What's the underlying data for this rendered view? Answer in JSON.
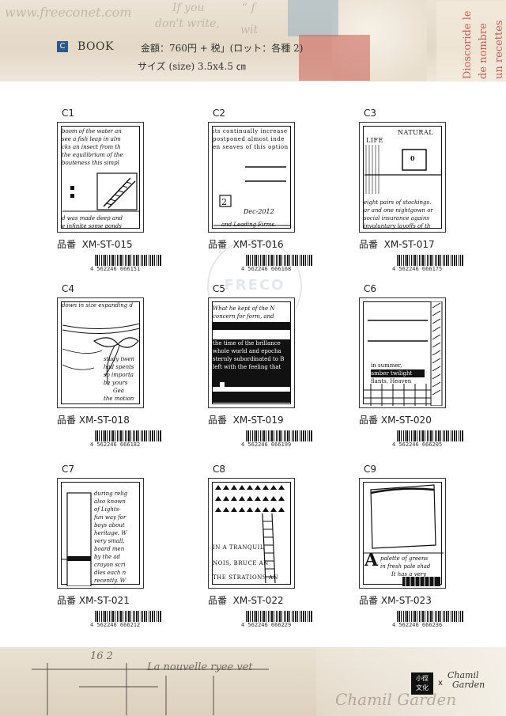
{
  "header": {
    "section_letter": "C",
    "section_title": "BOOK",
    "price": "金額：760円 + 税」(ロット：各種 2)",
    "size": "サイズ (size) 3.5x4.5 ㎝",
    "scrawl_1": "www.freeconet.com",
    "scrawl_2": "If you",
    "scrawl_3": "don't write,",
    "scrawl_4": "“ f",
    "scrawl_5": "wit",
    "red_text_1": "Dioscoride le",
    "red_text_2": "de nombre",
    "red_text_3": "un recettes"
  },
  "items": [
    {
      "code": "C1",
      "item_label": "品番",
      "item_no": "XM-ST-015",
      "barcode": "4 562246 666151",
      "lines": [
        "boom of the water an",
        "see a fish leap in alm",
        "cks an insect from th",
        "the equilibrium of the",
        "bouteness this simpl",
        "",
        "",
        "",
        "",
        "",
        "d was made deep and",
        "e infinite some ponds"
      ]
    },
    {
      "code": "C2",
      "item_label": "品番",
      "item_no": "XM-ST-016",
      "barcode": "4 562246 666168",
      "lines": [
        "its continually increase",
        "postponed almost inde",
        "en seaves of this option",
        "",
        "",
        "",
        "",
        "",
        "Dec-2012",
        "",
        "and Leading Firms."
      ]
    },
    {
      "code": "C3",
      "item_label": "品番",
      "item_no": "XM-ST-017",
      "barcode": "4 562246 666175",
      "heading": "NATURAL",
      "subheading": "LIFE",
      "box_letter": "0",
      "lines": [
        "eight pairs of stockings.",
        "ar and one nightgown or",
        "social insurance agains",
        "involuntary layoffs of th"
      ]
    },
    {
      "code": "C4",
      "item_label": "品番",
      "item_no": "XM-ST-018",
      "barcode": "4 562246 666182",
      "lines": [
        "down in size expanding d",
        "",
        "",
        "",
        "",
        "",
        "study twen",
        "had spents",
        "so importa",
        "be yours",
        "Gea",
        "the motion"
      ]
    },
    {
      "code": "C5",
      "item_label": "品番",
      "item_no": "XM-ST-019",
      "barcode": "4 562246 666199",
      "lines": [
        "What he kept of the N",
        "concern for form, and",
        "",
        "",
        "the time of the brillance",
        "whole world and epocha",
        "sternly subordinated to B",
        "left with the feeling that"
      ]
    },
    {
      "code": "C6",
      "item_label": "品番",
      "item_no": "XM-ST-020",
      "barcode": "4 562246 666205",
      "lines": [
        "in summer,",
        "amber twilight",
        "flants. Heaven"
      ]
    },
    {
      "code": "C7",
      "item_label": "品番",
      "item_no": "XM-ST-021",
      "barcode": "4 562246 666212",
      "lines": [
        "during relig",
        "also known",
        "of Lights-",
        "fun way for",
        "boys about",
        "heritage. W",
        "very small,",
        "board men",
        "by the ad",
        "crayon scri",
        "dles each n",
        "recently. W"
      ]
    },
    {
      "code": "C8",
      "item_label": "品番",
      "item_no": "XM-ST-022",
      "barcode": "4 562246 666229",
      "lines": [
        "IN A TRANQUIL",
        "NOIS, BRUCE AN",
        "THE STRATIONS AN"
      ]
    },
    {
      "code": "C9",
      "item_label": "品番",
      "item_no": "XM-ST-023",
      "barcode": "4 562246 666236",
      "big_letter": "A",
      "lines": [
        "palette of greens",
        "in fresh pale shad",
        "It has a very"
      ]
    }
  ],
  "watermark": "FRECO",
  "footer": {
    "scrawl_1": "16 2",
    "scrawl_2": "La nouvelle ryee vet",
    "brand_line_1": "小徑",
    "brand_line_2": "文化",
    "brand_x": "x",
    "sig_line_1": "Chamil",
    "sig_line_2": "Garden",
    "sig_large": "Chamil Garden"
  }
}
